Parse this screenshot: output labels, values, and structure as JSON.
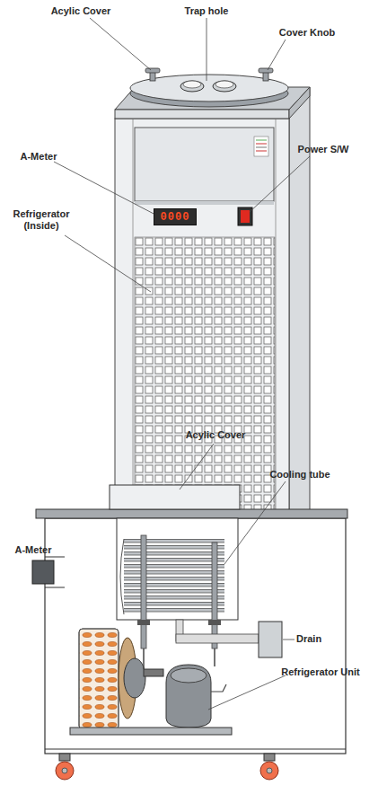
{
  "diagram": {
    "nodes": [
      {
        "text": [
          "0000"
        ]
      }
    ],
    "labels": [
      "Acylic Cover",
      "Trap hole",
      "Cover Knob",
      "A-Meter",
      "Power S/W",
      "Refrigerator (Inside)",
      "Acylic Cover",
      "Cooling tube",
      "A-Meter",
      "Drain",
      "Refrigerator Unit"
    ]
  }
}
